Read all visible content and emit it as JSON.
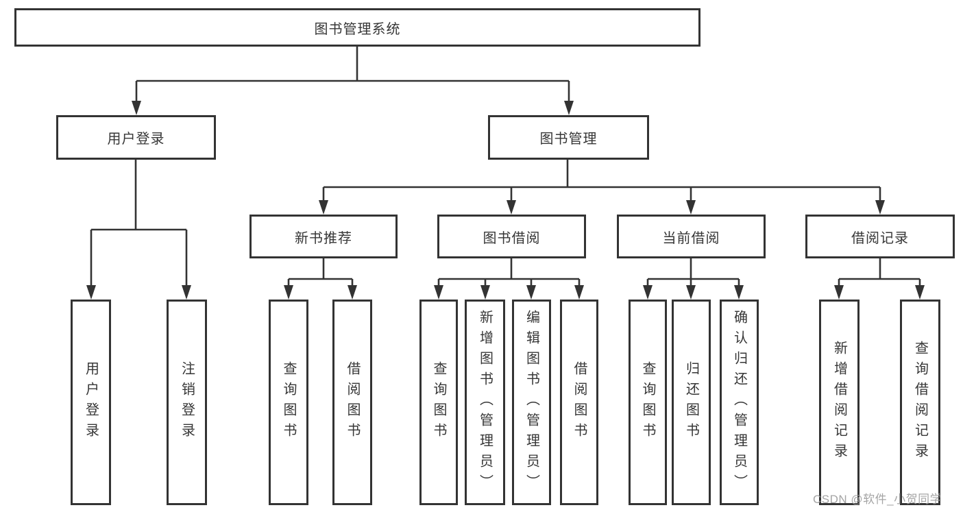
{
  "diagram": {
    "title": "图书管理系统",
    "root": {
      "label": "图书管理系统"
    },
    "branches": [
      {
        "label": "用户登录",
        "children": [
          {
            "label": "用户登录"
          },
          {
            "label": "注销登录"
          }
        ]
      },
      {
        "label": "图书管理",
        "groups": [
          {
            "label": "新书推荐",
            "children": [
              {
                "label": "查询图书"
              },
              {
                "label": "借阅图书"
              }
            ]
          },
          {
            "label": "图书借阅",
            "children": [
              {
                "label": "查询图书"
              },
              {
                "label": "新增图书（管理员）"
              },
              {
                "label": "编辑图书（管理员）"
              },
              {
                "label": "借阅图书"
              }
            ]
          },
          {
            "label": "当前借阅",
            "children": [
              {
                "label": "查询图书"
              },
              {
                "label": "归还图书"
              },
              {
                "label": "确认归还（管理员）"
              }
            ]
          },
          {
            "label": "借阅记录",
            "children": [
              {
                "label": "新增借阅记录"
              },
              {
                "label": "查询借阅记录"
              }
            ]
          }
        ]
      }
    ]
  },
  "watermark": {
    "text": "CSDN @软件_小贺同学"
  },
  "colors": {
    "line": "#333333",
    "border": "#333333",
    "text": "#363636",
    "background": "#ffffff",
    "watermark": "#9b9b9b"
  }
}
